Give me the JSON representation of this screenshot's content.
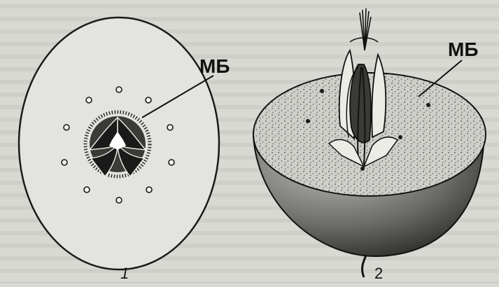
{
  "figure_1": {
    "label": "МБ",
    "number": "1"
  },
  "figure_2": {
    "label": "МБ",
    "number": "2"
  },
  "colors": {
    "background": "#d9d9d4",
    "ink": "#111111"
  }
}
